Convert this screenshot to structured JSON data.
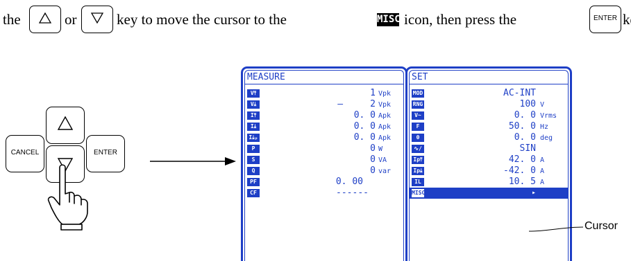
{
  "instruction": {
    "t1": "the",
    "t2": "or",
    "t3": "key to move the cursor to the",
    "t4": "icon, then press the",
    "t5": "ke",
    "up_key_icon": "up-triangle",
    "down_key_icon": "down-triangle",
    "enter_key_label": "ENTER",
    "misc_icon_text": "MISC"
  },
  "keypad": {
    "cancel_label": "CANCEL",
    "enter_label": "ENTER",
    "icons": [
      "up-triangle",
      "down-triangle",
      "pointing-hand"
    ]
  },
  "measure_screen": {
    "title": "MEASURE",
    "rows": [
      {
        "tag": "V⤒",
        "value": "1",
        "unit": "Vpk"
      },
      {
        "tag": "V⤓",
        "value": "–     2",
        "unit": "Vpk"
      },
      {
        "tag": "I⤒",
        "value": "0. 0",
        "unit": "Apk"
      },
      {
        "tag": "I⤓",
        "value": "0. 0",
        "unit": "Apk"
      },
      {
        "tag": "I⤓ₚ",
        "value": "0. 0",
        "unit": "Apk"
      },
      {
        "tag": "P",
        "value": "0",
        "unit": "W"
      },
      {
        "tag": "S",
        "value": "0",
        "unit": "VA"
      },
      {
        "tag": "Q",
        "value": "0",
        "unit": "var"
      },
      {
        "tag": "PF",
        "value": "0. 00",
        "unit": ""
      },
      {
        "tag": "CF",
        "value": "------",
        "unit": ""
      }
    ]
  },
  "set_screen": {
    "title": "SET",
    "rows": [
      {
        "tag": "MOD",
        "value": "AC-INT",
        "unit": ""
      },
      {
        "tag": "RNG",
        "value": "100",
        "unit": "V"
      },
      {
        "tag": "V~",
        "value": "0. 0",
        "unit": "Vrms"
      },
      {
        "tag": "F",
        "value": "50. 0",
        "unit": "Hz"
      },
      {
        "tag": "θ",
        "value": "0. 0",
        "unit": "deg"
      },
      {
        "tag": "∿∕",
        "value": "SIN",
        "unit": ""
      },
      {
        "tag": "Ip⤒",
        "value": "42. 0",
        "unit": "A"
      },
      {
        "tag": "Ip⤓",
        "value": "-42. 0",
        "unit": "A"
      },
      {
        "tag": "IL",
        "value": "10. 5",
        "unit": "A"
      },
      {
        "tag": "MISC",
        "value": "▸",
        "unit": ""
      }
    ]
  },
  "cursor_label": "Cursor",
  "colors": {
    "screen_blue": "#1e3fc6",
    "text": "#000000",
    "background": "#ffffff"
  }
}
